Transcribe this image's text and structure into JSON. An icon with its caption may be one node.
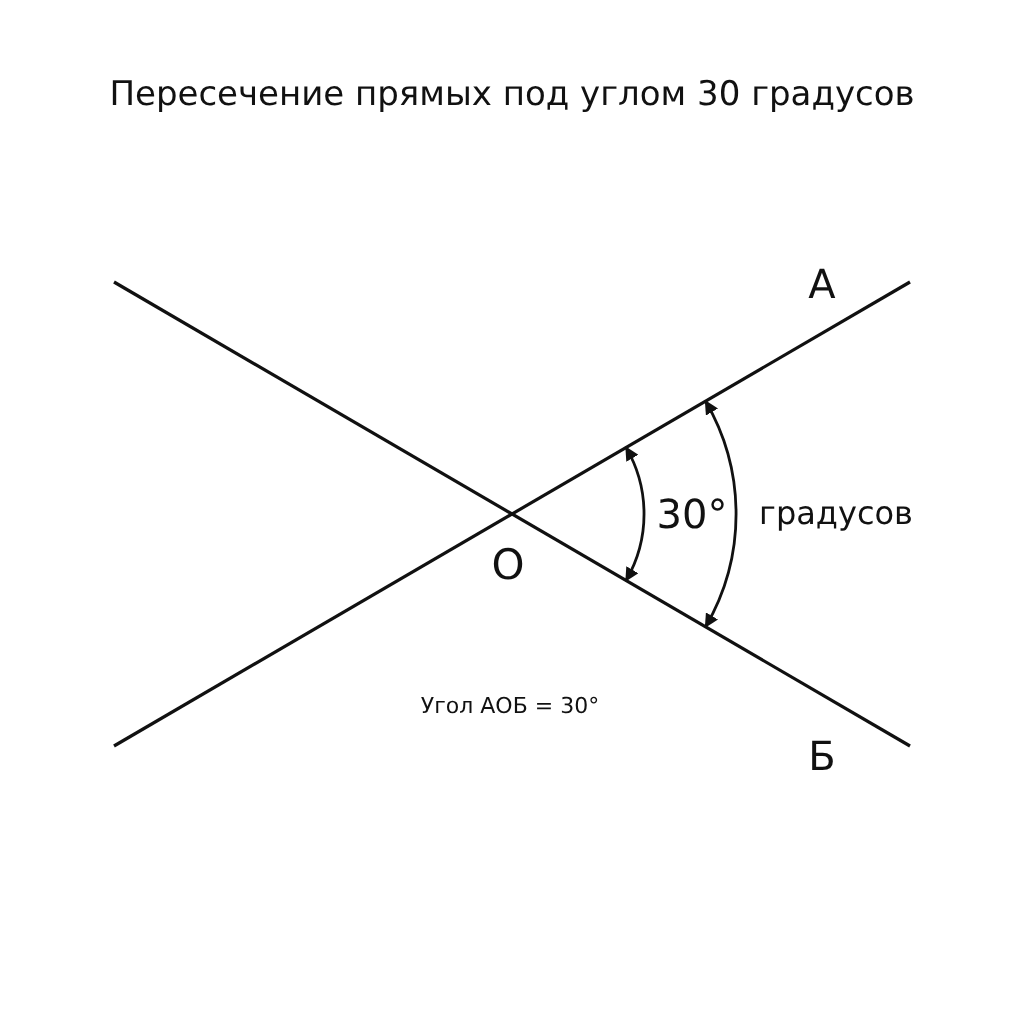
{
  "diagram": {
    "title": "Пересечение прямых под углом 30 градусов",
    "labels": [
      "А",
      "30°",
      "градусов",
      "О",
      "Угол АОБ = 30°",
      "Б"
    ]
  }
}
